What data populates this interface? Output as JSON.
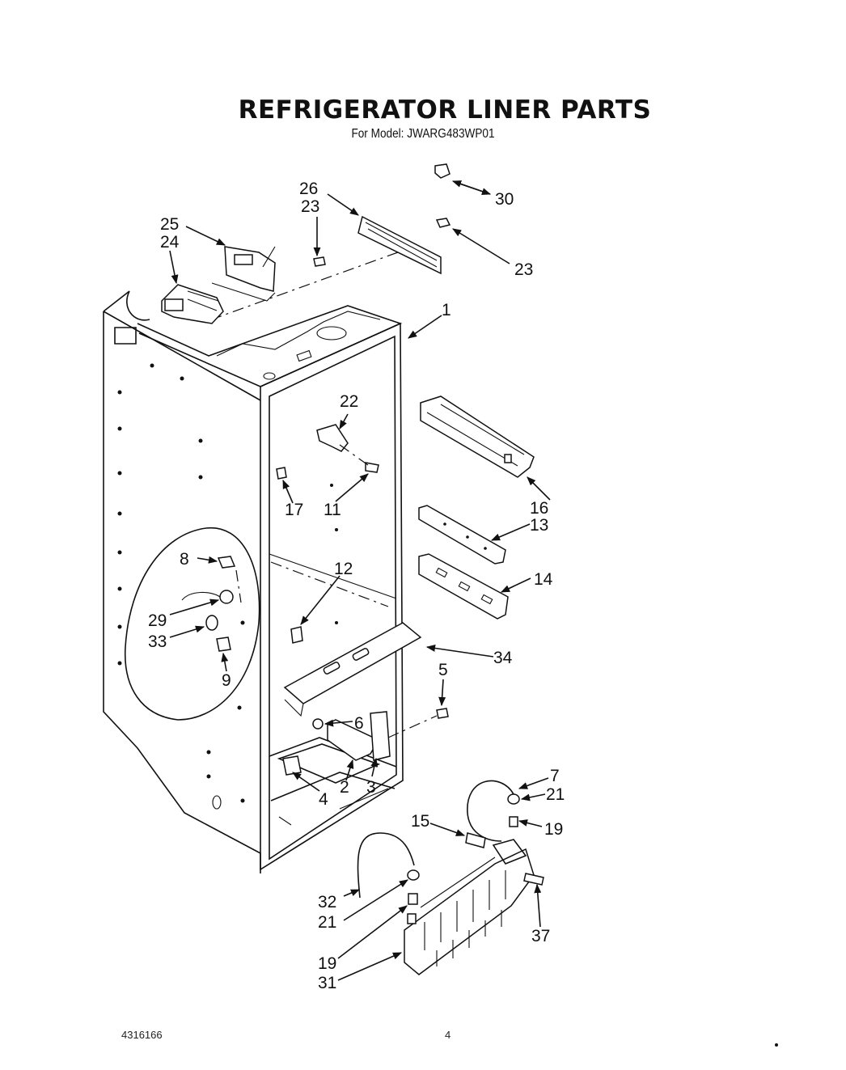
{
  "title": "REFRIGERATOR LINER PARTS",
  "subtitle": "For Model: JWARG483WP01",
  "footer": {
    "doc_number": "4316166",
    "page": "4"
  },
  "callouts": {
    "c1": "1",
    "c2": "2",
    "c3": "3",
    "c4": "4",
    "c5": "5",
    "c6": "6",
    "c7": "7",
    "c8": "8",
    "c9": "9",
    "c11": "11",
    "c12": "12",
    "c13": "13",
    "c14": "14",
    "c15": "15",
    "c16": "16",
    "c17": "17",
    "c19a": "19",
    "c19b": "19",
    "c21a": "21",
    "c21b": "21",
    "c22": "22",
    "c23a": "23",
    "c23b": "23",
    "c24": "24",
    "c25": "25",
    "c26": "26",
    "c29": "29",
    "c30": "30",
    "c31": "31",
    "c32": "32",
    "c33": "33",
    "c34": "34",
    "c37": "37"
  }
}
